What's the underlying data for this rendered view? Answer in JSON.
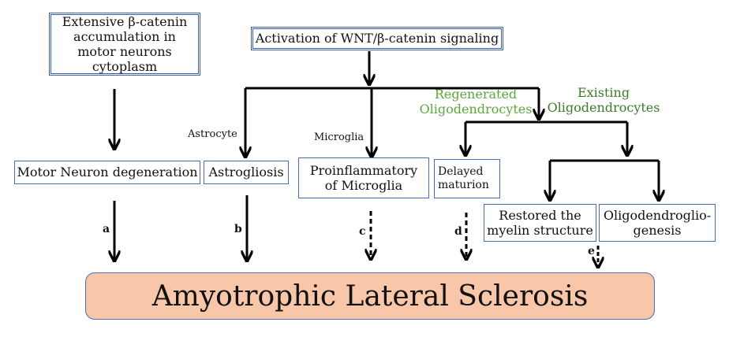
{
  "boxes": {
    "beta_catenin": "Extensive β-catenin accumulation in motor neurons cytoplasm",
    "activation": "Activation of  WNT/β-catenin signaling",
    "motor_neuron": "Motor Neuron degeneration",
    "astrogliosis": "Astrogliosis",
    "proinflammatory": "Proinflammatory of Microglia",
    "delayed": "Delayed maturion",
    "restored": "Restored the myelin structure",
    "oligodendroglio": "Oligodendroglio-genesis",
    "final": "Amyotrophic Lateral Sclerosis"
  },
  "labels": {
    "astrocyte": "Astrocyte",
    "microglia": "Microglia",
    "regenerated": "Regenerated Oligodendrocytes",
    "existing": "Existing Oligodendrocytes"
  },
  "letters": {
    "a": "a",
    "b": "b",
    "c": "c",
    "d": "d",
    "e": "e"
  },
  "colors": {
    "box_border": "#3a5ea8",
    "final_fill": "#f8c6a8",
    "regenerated_text": "#5aa83a",
    "existing_text": "#3d7a2a"
  }
}
